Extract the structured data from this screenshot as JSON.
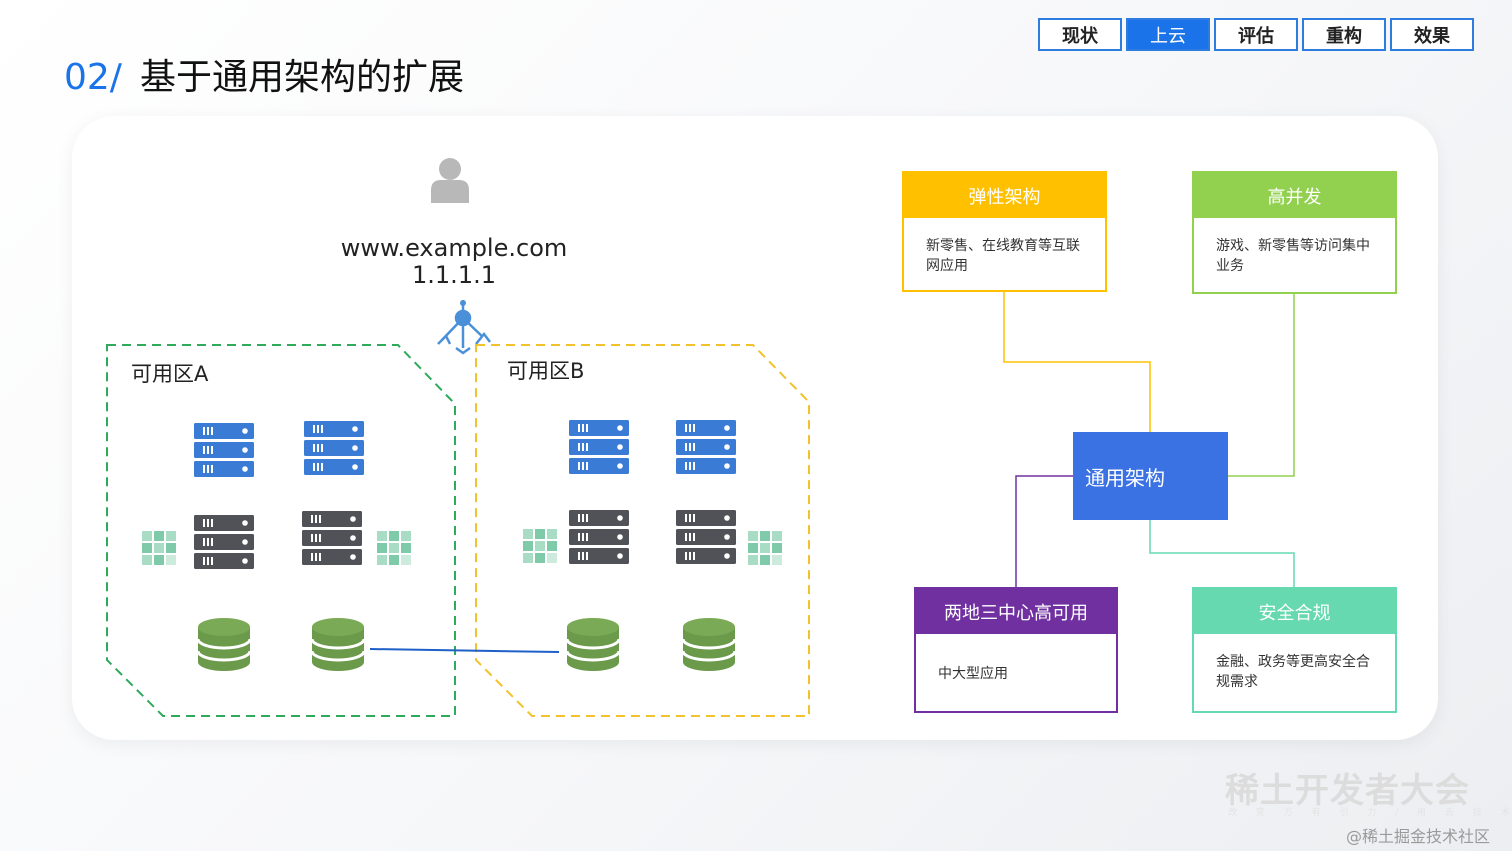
{
  "nav": {
    "tabs": [
      {
        "label": "现状",
        "active": false
      },
      {
        "label": "上云",
        "active": true
      },
      {
        "label": "评估",
        "active": false
      },
      {
        "label": "重构",
        "active": false
      },
      {
        "label": "效果",
        "active": false
      }
    ]
  },
  "title": {
    "number": "02/",
    "text": "基于通用架构的扩展"
  },
  "left": {
    "domain": "www.example.com",
    "ip": "1.1.1.1",
    "zone_a": "可用区A",
    "zone_b": "可用区B"
  },
  "right": {
    "core": "通用架构",
    "boxes": {
      "elastic": {
        "title": "弹性架构",
        "desc": "新零售、在线教育等互联网应用",
        "color": "#ffc000"
      },
      "concurrency": {
        "title": "高并发",
        "desc": "游戏、新零售等访问集中业务",
        "color": "#92d050"
      },
      "ha": {
        "title": "两地三中心高可用",
        "desc": "中大型应用",
        "color": "#7030a0"
      },
      "security": {
        "title": "安全合规",
        "desc": "金融、政务等更高安全合规需求",
        "color": "#66d9b0"
      }
    }
  },
  "icons": {
    "user": "user-icon",
    "lb": "load-balancer-icon",
    "server": "server-rack-icon",
    "db": "database-icon",
    "grid": "grid-icon"
  },
  "colors": {
    "accent": "#1a73e8",
    "server_blue": "#3a7bd5",
    "server_dark": "#505257",
    "db_green": "#6a9a4a",
    "zone_a": "#2eaa5a",
    "zone_b": "#f2c22c"
  },
  "watermark": {
    "main": "稀土开发者大会",
    "sub": "改 变 万 有 引 力 / 用 去 技 术 未 来"
  },
  "credit": "@稀土掘金技术社区"
}
